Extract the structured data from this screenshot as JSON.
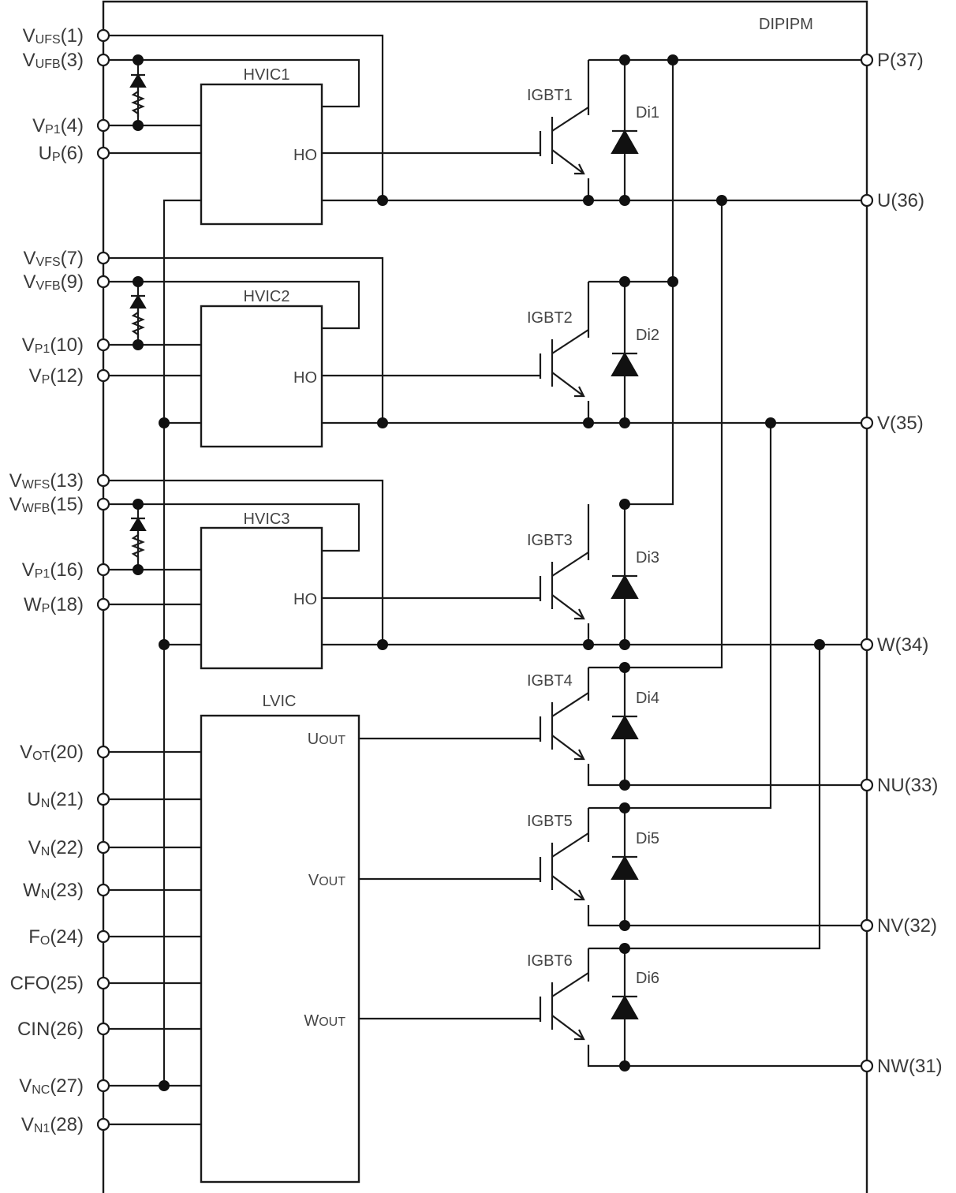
{
  "module_label": "DIPIPM",
  "hvics": [
    {
      "name": "HVIC1",
      "ho": "HO"
    },
    {
      "name": "HVIC2",
      "ho": "HO"
    },
    {
      "name": "HVIC3",
      "ho": "HO"
    }
  ],
  "lvic": {
    "name": "LVIC",
    "outputs": [
      {
        "main": "U",
        "sub": "OUT"
      },
      {
        "main": "V",
        "sub": "OUT"
      },
      {
        "main": "W",
        "sub": "OUT"
      }
    ]
  },
  "igbts": [
    "IGBT1",
    "IGBT2",
    "IGBT3",
    "IGBT4",
    "IGBT5",
    "IGBT6"
  ],
  "diodes": [
    "Di1",
    "Di2",
    "Di3",
    "Di4",
    "Di5",
    "Di6"
  ],
  "left_pins": [
    {
      "main": "V",
      "sub": "UFS",
      "num": "(1)"
    },
    {
      "main": "V",
      "sub": "UFB",
      "num": "(3)"
    },
    {
      "main": "V",
      "sub": "P1",
      "num": "(4)"
    },
    {
      "main": "U",
      "sub": "P",
      "num": "(6)"
    },
    {
      "main": "V",
      "sub": "VFS",
      "num": "(7)"
    },
    {
      "main": "V",
      "sub": "VFB",
      "num": "(9)"
    },
    {
      "main": "V",
      "sub": "P1",
      "num": "(10)"
    },
    {
      "main": "V",
      "sub": "P",
      "num": "(12)"
    },
    {
      "main": "V",
      "sub": "WFS",
      "num": "(13)"
    },
    {
      "main": "V",
      "sub": "WFB",
      "num": "(15)"
    },
    {
      "main": "V",
      "sub": "P1",
      "num": "(16)"
    },
    {
      "main": "W",
      "sub": "P",
      "num": "(18)"
    },
    {
      "main": "V",
      "sub": "OT",
      "num": "(20)"
    },
    {
      "main": "U",
      "sub": "N",
      "num": "(21)"
    },
    {
      "main": "V",
      "sub": "N",
      "num": "(22)"
    },
    {
      "main": "W",
      "sub": "N",
      "num": "(23)"
    },
    {
      "main": "F",
      "sub": "O",
      "num": "(24)"
    },
    {
      "main": "CFO",
      "sub": "",
      "num": "(25)"
    },
    {
      "main": "CIN",
      "sub": "",
      "num": "(26)"
    },
    {
      "main": "V",
      "sub": "NC",
      "num": "(27)"
    },
    {
      "main": "V",
      "sub": "N1",
      "num": "(28)"
    }
  ],
  "right_pins": [
    "P(37)",
    "U(36)",
    "V(35)",
    "W(34)",
    "NU(33)",
    "NV(32)",
    "NW(31)"
  ]
}
